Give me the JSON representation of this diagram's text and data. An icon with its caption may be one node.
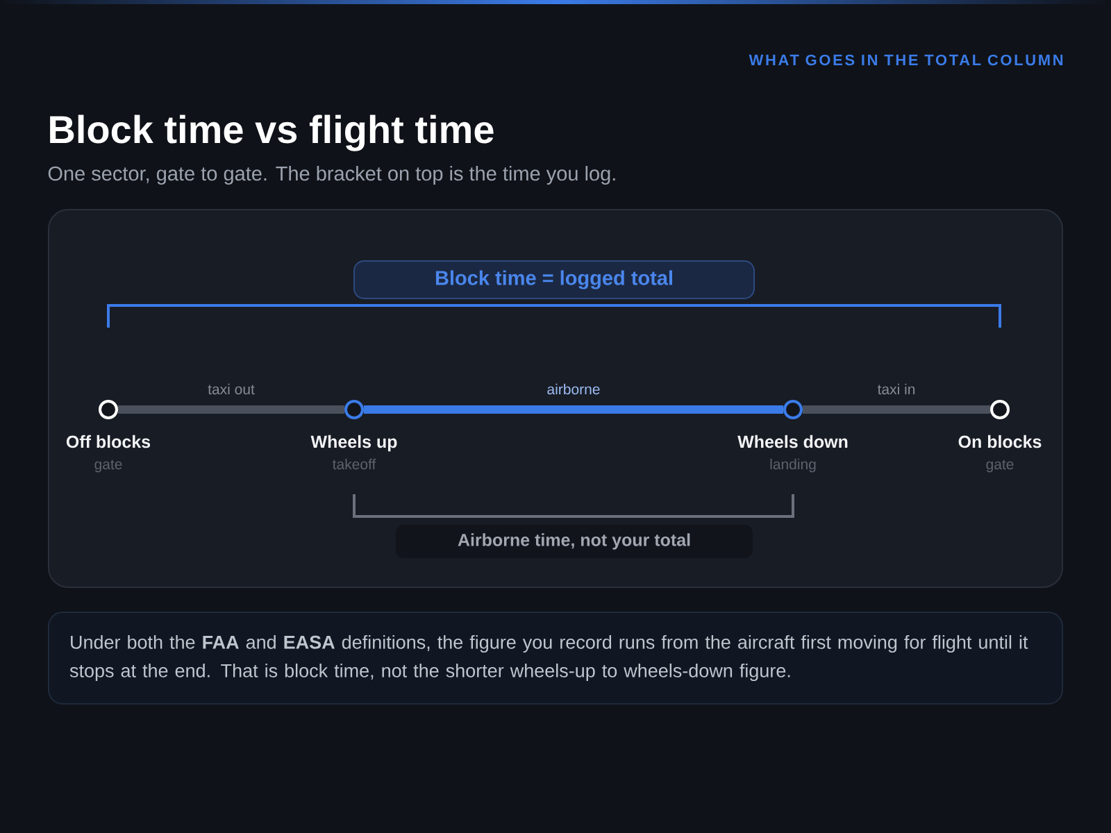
{
  "diagram": {
    "title": "Block time vs flight time",
    "caption": "One sector, gate to gate. The bracket on top is the time you log.",
    "nodes": [
      {
        "text": [
          "Block time = logged total"
        ]
      },
      {
        "text": [],
        "shape": "circle",
        "beside": [
          "Off blocks",
          "gate"
        ]
      },
      {
        "text": [],
        "shape": "circle",
        "beside": [
          "Wheels up",
          "takeoff"
        ]
      },
      {
        "text": [],
        "shape": "circle",
        "beside": [
          "Wheels down",
          "landing"
        ]
      },
      {
        "text": [],
        "shape": "circle",
        "beside": [
          "On blocks",
          "gate"
        ]
      },
      {
        "text": [
          "Airborne time, not your total"
        ]
      },
      {
        "text": [
          "Under both the **FAA** and **EASA** definitions, the figure you record runs from the aircraft first moving for flight until it stops at the end. That is block time, not the shorter wheels-up to wheels-down figure."
        ]
      }
    ],
    "edges": [
      {
        "from": 1,
        "to": 2,
        "arrow": "none",
        "label": "taxi out"
      },
      {
        "from": 2,
        "to": 3,
        "arrow": "none",
        "label": "airborne",
        "color": "#3b7be8"
      },
      {
        "from": 3,
        "to": 4,
        "arrow": "none",
        "label": "taxi in"
      }
    ],
    "labels": [
      "WHAT GOES IN THE TOTAL COLUMN"
    ]
  }
}
